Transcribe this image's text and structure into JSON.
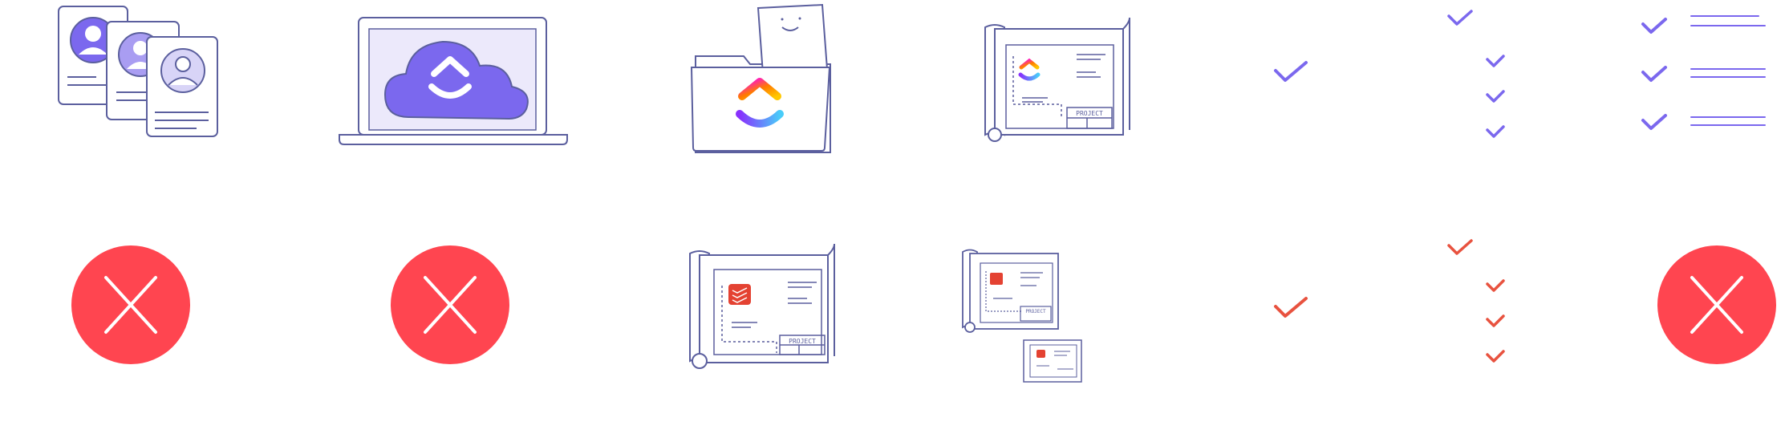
{
  "illustrations": {
    "project_label": "PROJECT",
    "todoist_project_label": "PROJECT",
    "mini_project_label": "PROJECT"
  },
  "colors": {
    "purple": "#7b68ee",
    "purple_light": "#ece9fb",
    "line": "#5b5f9e",
    "red": "#ff4550",
    "red_check": "#e8523f",
    "white": "#ffffff"
  },
  "icons": {
    "row1": [
      "user-profiles-icon",
      "cloud-laptop-icon",
      "clickup-folder-icon",
      "clickup-blueprint-icon",
      "check-icon",
      "nested-checklist-icon",
      "checklist-lines-icon"
    ],
    "row2": [
      "x-circle-icon",
      "x-circle-icon",
      "todoist-blueprint-icon",
      "todoist-blueprint-stack-icon",
      "check-icon",
      "nested-checklist-icon",
      "x-circle-icon"
    ]
  }
}
